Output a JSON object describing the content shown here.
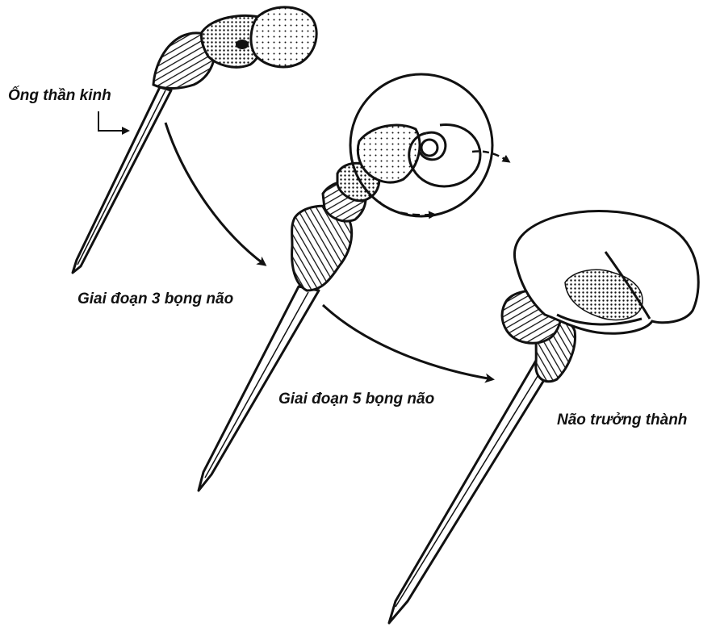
{
  "labels": {
    "neural_tube": "Ống thần kinh",
    "stage_three": "Giai đoạn 3 bọng não",
    "stage_five": "Giai đoạn 5 bọng não",
    "adult_brain": "Não trưởng thành"
  },
  "colors": {
    "ink": "#111111",
    "paper": "#ffffff"
  }
}
